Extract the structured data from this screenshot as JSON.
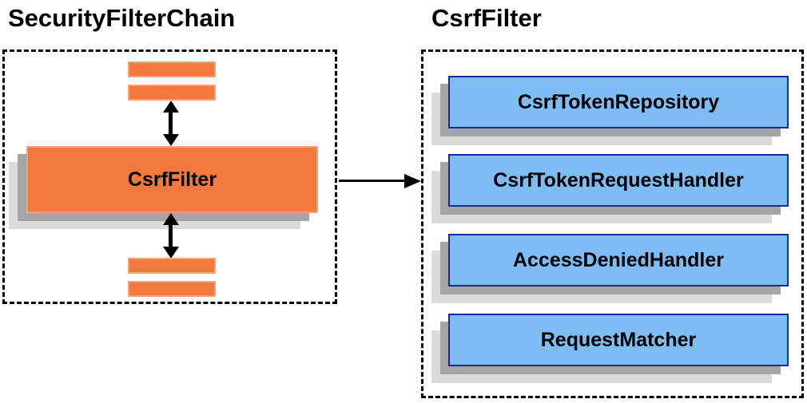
{
  "left_panel": {
    "title": "SecurityFilterChain",
    "filter_label": "CsrfFilter"
  },
  "right_panel": {
    "title": "CsrfFilter",
    "components": [
      {
        "label": "CsrfTokenRepository"
      },
      {
        "label": "CsrfTokenRequestHandler"
      },
      {
        "label": "AccessDeniedHandler"
      },
      {
        "label": "RequestMatcher"
      }
    ]
  },
  "colors": {
    "background": "#FFFFFF",
    "orange_fill": "#F2793D",
    "orange_border": "#F6A273",
    "blue_fill": "#7EBCF4",
    "blue_border": "#1A2A9C",
    "shadow_dark": "#A5A5A5",
    "shadow_light": "#DBDBDB",
    "outline_and_text": "#000000"
  }
}
